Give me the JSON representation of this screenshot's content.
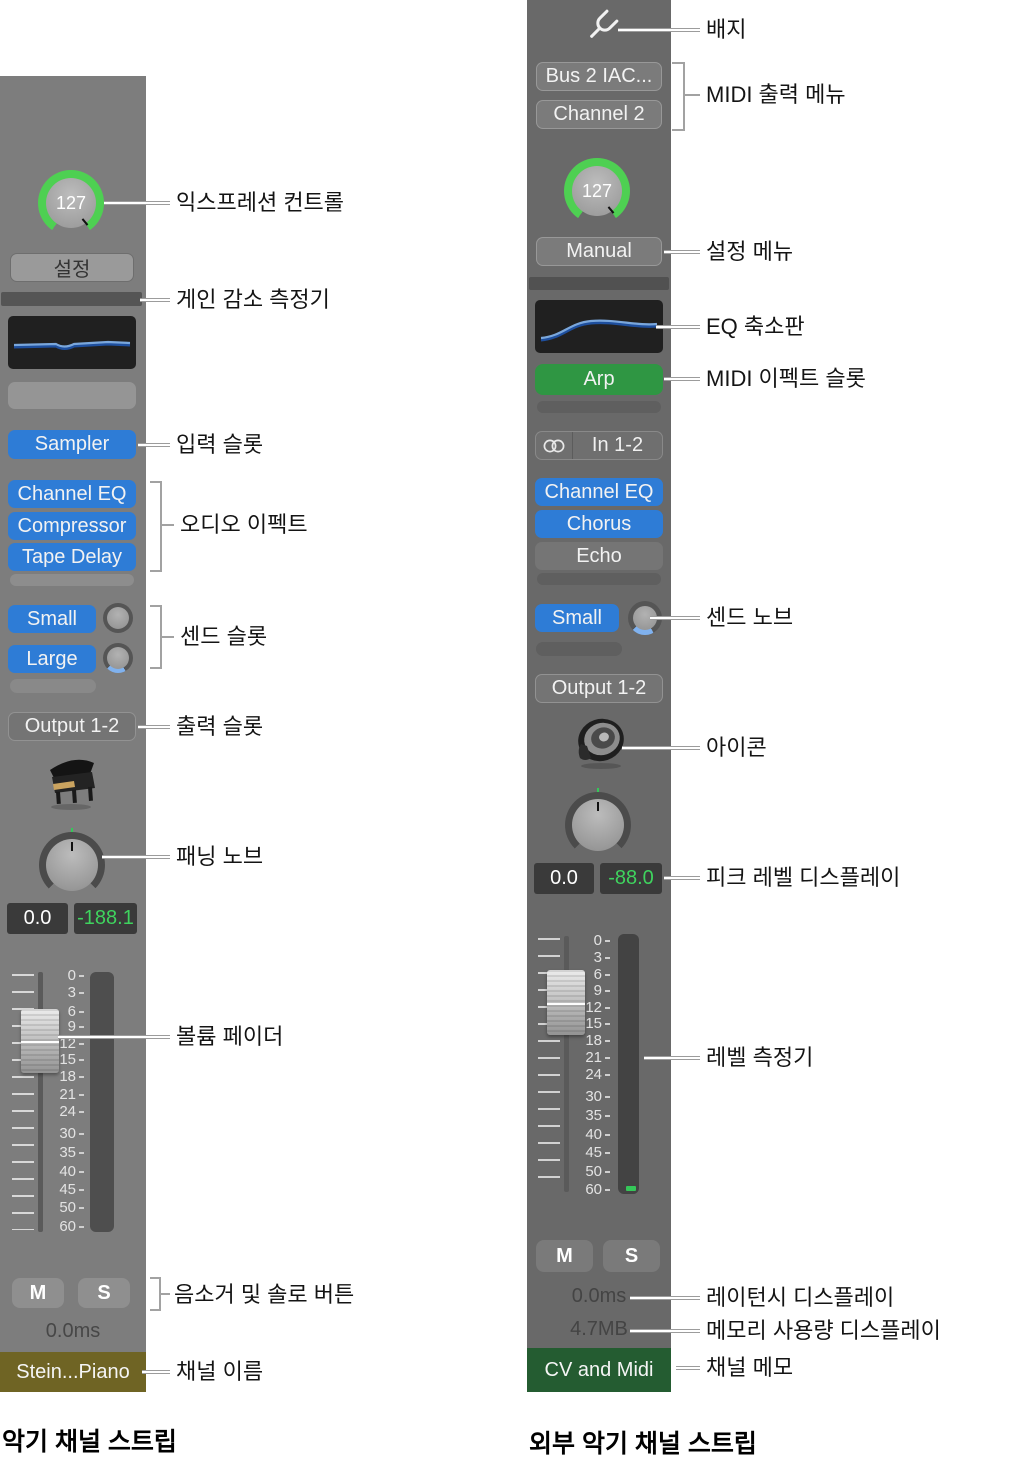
{
  "colors": {
    "accent_blue": "#2e7cd6",
    "accent_green": "#2f9643",
    "ring_green": "#4ed052",
    "peak_green": "#3fd35e",
    "name_olive": "#6f6424",
    "memo_green": "#245c31",
    "left_strip_bg": "#7d7d7d",
    "right_strip_bg": "#696969"
  },
  "left_strip": {
    "knob_value": "127",
    "settings_button": "설정",
    "input_slot": "Sampler",
    "audio_effects": [
      "Channel EQ",
      "Compressor",
      "Tape Delay"
    ],
    "sends": [
      "Small",
      "Large"
    ],
    "output_slot": "Output 1-2",
    "pan_value": "0.0",
    "peak_value": "-188.1",
    "scale": [
      "0",
      "3",
      "6",
      "9",
      "12",
      "15",
      "18",
      "21",
      "24",
      "30",
      "35",
      "40",
      "45",
      "50",
      "60"
    ],
    "mute": "M",
    "solo": "S",
    "latency": "0.0ms",
    "channel_name": "Stein...Piano",
    "caption": "악기 채널 스트립"
  },
  "right_strip": {
    "midi_out_device": "Bus 2 IAC...",
    "midi_out_channel": "Channel 2",
    "knob_value": "127",
    "settings_button": "Manual",
    "midi_effect_slot": "Arp",
    "input_slot": "In 1-2",
    "audio_effects": [
      "Channel EQ",
      "Chorus",
      "Echo"
    ],
    "sends": [
      "Small"
    ],
    "output_slot": "Output 1-2",
    "pan_value": "0.0",
    "peak_value": "-88.0",
    "scale": [
      "0",
      "3",
      "6",
      "9",
      "12",
      "15",
      "18",
      "21",
      "24",
      "30",
      "35",
      "40",
      "45",
      "50",
      "60"
    ],
    "mute": "M",
    "solo": "S",
    "latency": "0.0ms",
    "memory": "4.7MB",
    "channel_memo": "CV and Midi",
    "caption": "외부 악기 채널 스트립"
  },
  "callouts": {
    "expression_control": "익스프레션 컨트롤",
    "gain_reduction_meter": "게인 감소 측정기",
    "input_slot": "입력 슬롯",
    "audio_effects": "오디오 이펙트",
    "send_slots": "센드 슬롯",
    "output_slot": "출력 슬롯",
    "panning_knob": "패닝 노브",
    "volume_fader": "볼륨 페이더",
    "mute_solo_buttons": "음소거 및 솔로 버튼",
    "channel_name": "채널 이름",
    "badge": "배지",
    "midi_out_menu": "MIDI 출력 메뉴",
    "settings_menu": "설정 메뉴",
    "eq_thumbnail": "EQ 축소판",
    "midi_effect_slot": "MIDI 이펙트 슬롯",
    "send_knob": "센드 노브",
    "icon": "아이콘",
    "peak_level_display": "피크 레벨 디스플레이",
    "level_meter": "레벨 측정기",
    "latency_display": "레이턴시 디스플레이",
    "memory_display": "메모리 사용량 디스플레이",
    "channel_memo": "채널 메모"
  }
}
